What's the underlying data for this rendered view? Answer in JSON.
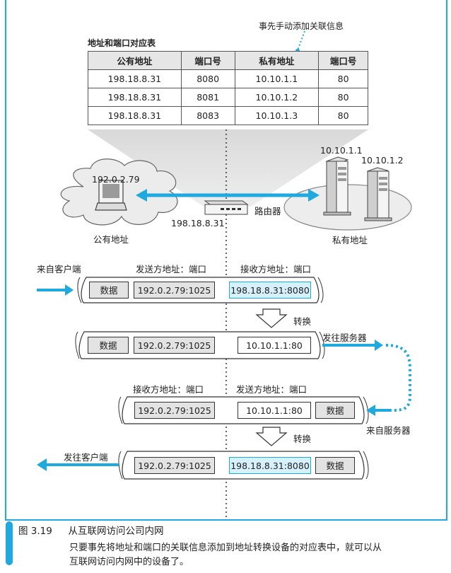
{
  "annotation": {
    "manual_add": "事先手动添加关联信息"
  },
  "table": {
    "title": "地址和端口对应表",
    "headers": [
      "公有地址",
      "端口号",
      "私有地址",
      "端口号"
    ],
    "rows": [
      [
        "198.18.8.31",
        "8080",
        "10.10.1.1",
        "80"
      ],
      [
        "198.18.8.31",
        "8081",
        "10.10.1.2",
        "80"
      ],
      [
        "198.18.8.31",
        "8083",
        "10.10.1.3",
        "80"
      ]
    ]
  },
  "network": {
    "client_ip": "192.0.2.79",
    "public_label": "公有地址",
    "router_label": "路由器",
    "router_ip": "198.18.8.31",
    "server1_ip": "10.10.1.1",
    "server2_ip": "10.10.1.2",
    "private_label": "私有地址"
  },
  "packets": {
    "from_client": "来自客户端",
    "p1": {
      "src_label": "发送方地址：端口",
      "dst_label": "接收方地址：端口",
      "data": "数据",
      "src": "192.0.2.79:1025",
      "dst": "198.18.8.31:8080"
    },
    "convert1": "转换",
    "p2": {
      "data": "数据",
      "src": "192.0.2.79:1025",
      "dst": "10.10.1.1:80"
    },
    "to_server": "发往服务器",
    "p3": {
      "dst_label": "接收方地址：端口",
      "src_label": "发送方地址：端口",
      "dst": "192.0.2.79:1025",
      "src": "10.10.1.1:80",
      "data": "数据"
    },
    "from_server": "来自服务器",
    "convert2": "转换",
    "to_client": "发往客户端",
    "p4": {
      "dst": "192.0.2.79:1025",
      "src": "198.18.8.31:8080",
      "data": "数据"
    }
  },
  "caption": {
    "number": "图 3.19",
    "title": "从互联网访问公司内网",
    "line1": "只要事先将地址和端口的关联信息添加到地址转换设备的对应表中，就可以从",
    "line2": "互联网访问内网中的设备了。"
  },
  "colors": {
    "accent": "#1ea9df",
    "gray_field": "#e3e3e3",
    "light_blue": "#d6f1fb"
  }
}
